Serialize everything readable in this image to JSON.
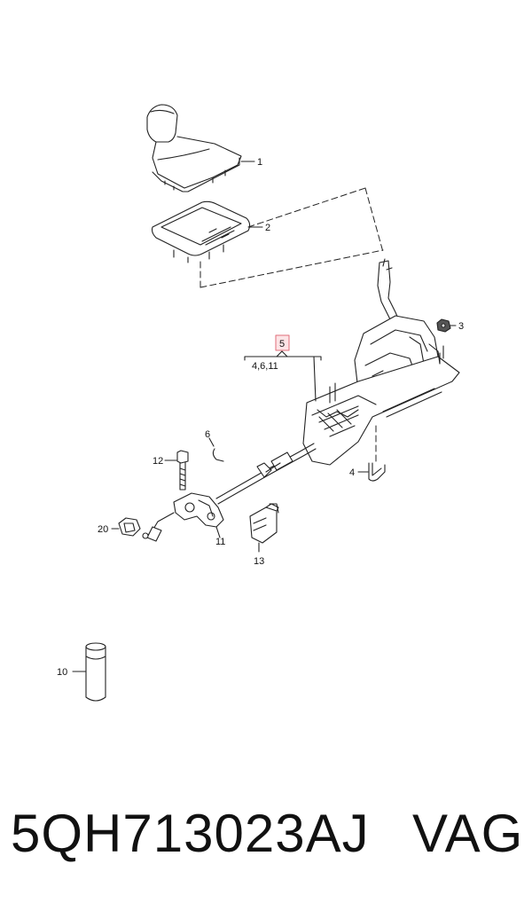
{
  "callouts": {
    "c1": "1",
    "c2": "2",
    "c3": "3",
    "c4": "4",
    "c5": "5",
    "c5_sub": "4,6,11",
    "c6": "6",
    "c10": "10",
    "c11": "11",
    "c12": "12",
    "c13": "13",
    "c20": "20"
  },
  "colors": {
    "line": "#222222",
    "highlight_box": "#e06c78",
    "highlight_fill": "#fde4e6"
  },
  "footer": {
    "part_number": "5QH713023AJ",
    "brand": "VAG"
  }
}
